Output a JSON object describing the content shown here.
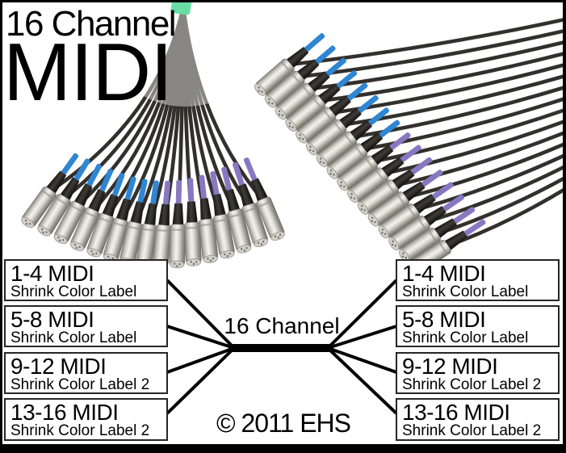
{
  "header": {
    "channel_count": "16 Channel",
    "product": "MIDI"
  },
  "center": {
    "label": "16 Channel",
    "copyright": "© 2011 EHS"
  },
  "callouts": {
    "left": [
      {
        "title": "1-4 MIDI",
        "subtitle": "Shrink Color Label"
      },
      {
        "title": "5-8 MIDI",
        "subtitle": "Shrink Color Label"
      },
      {
        "title": "9-12 MIDI",
        "subtitle": "Shrink Color Label 2"
      },
      {
        "title": "13-16 MIDI",
        "subtitle": "Shrink Color Label 2"
      }
    ],
    "right": [
      {
        "title": "1-4 MIDI",
        "subtitle": "Shrink Color Label"
      },
      {
        "title": "5-8 MIDI",
        "subtitle": "Shrink Color Label"
      },
      {
        "title": "9-12 MIDI",
        "subtitle": "Shrink Color Label 2"
      },
      {
        "title": "13-16 MIDI",
        "subtitle": "Shrink Color Label 2"
      }
    ]
  },
  "photo": {
    "colors": {
      "cable": "#33302c",
      "shrink_blue": "#2f86d2",
      "shrink_purple": "#8878c2",
      "tie_green": "#69dda4",
      "connector_silver": "#c9c6c0"
    }
  }
}
